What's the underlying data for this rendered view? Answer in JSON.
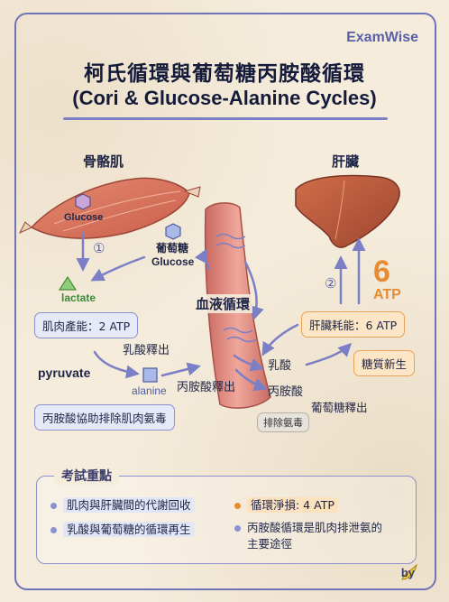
{
  "brand": "ExamWise",
  "title_zh": "柯氏循環與葡萄糖丙胺酸循環",
  "title_en": "(Cori & Glucose-Alanine Cycles)",
  "muscle": {
    "heading": "骨骼肌",
    "glucose": "Glucose",
    "step": "①",
    "lactate": "lactate",
    "energy_box": "肌肉產能：2 ATP",
    "lactic_release": "乳酸釋出",
    "pyruvate": "pyruvate",
    "alanine": "alanine",
    "alanine_note": "丙胺酸協助排除肌肉氨毒"
  },
  "blood": {
    "glucose_zh": "葡萄糖",
    "glucose_en": "Glucose",
    "label": "血液循環",
    "alanine_release": "丙胺酸釋出",
    "lactic": "乳酸",
    "alanine_zh": "丙胺酸",
    "glucose_release": "葡萄糖釋出",
    "ammonia_tag": "排除氨毒"
  },
  "liver": {
    "heading": "肝臟",
    "step": "②",
    "atp_number": "6",
    "atp_unit": "ATP",
    "cost_box": "肝臟耗能：6 ATP",
    "gluconeo_box": "糖質新生"
  },
  "key_points": {
    "title": "考試重點",
    "items": [
      "肌肉與肝臟間的代謝回收",
      "乳酸與葡萄糖的循環再生",
      "循環淨損: 4 ATP",
      "丙胺酸循環是肌肉排泄氨的",
      "主要途徑"
    ]
  },
  "byline": "by",
  "colors": {
    "accent": "#6f74b8",
    "orange": "#e58b32",
    "muscle": "#d9735d",
    "liver": "#b8583b",
    "vessel": "#e2897d"
  },
  "icons": [
    "hexagon-icon",
    "triangle-icon",
    "square-icon",
    "banana-icon"
  ]
}
